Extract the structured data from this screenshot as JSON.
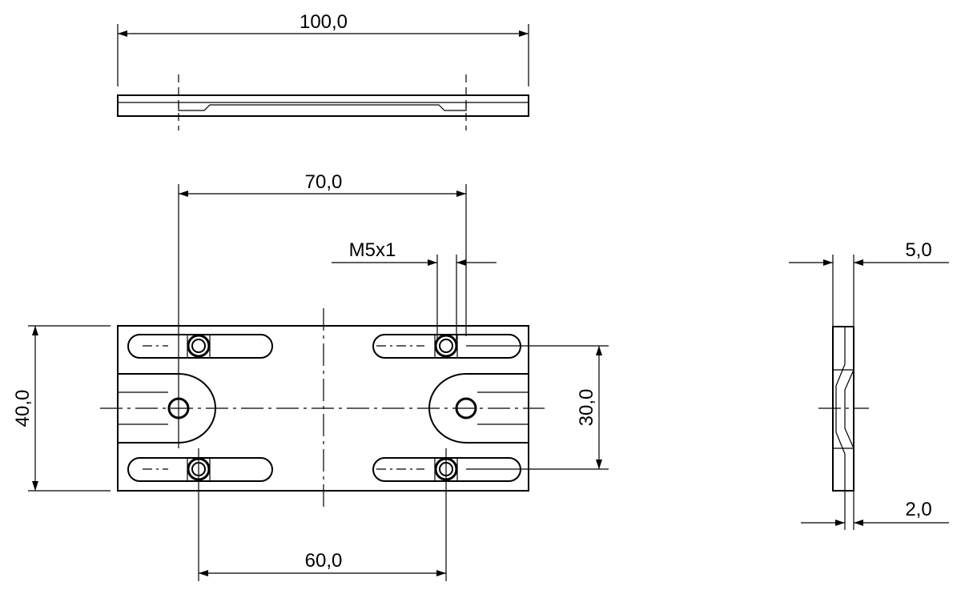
{
  "dimensions": {
    "length_total": "100,0",
    "hole_spacing_outer": "70,0",
    "hole_spacing_inner": "60,0",
    "thread": "M5x1",
    "height_total": "40,0",
    "height_holes": "30,0",
    "thickness_total": "5,0",
    "sheet_thickness": "2,0"
  }
}
